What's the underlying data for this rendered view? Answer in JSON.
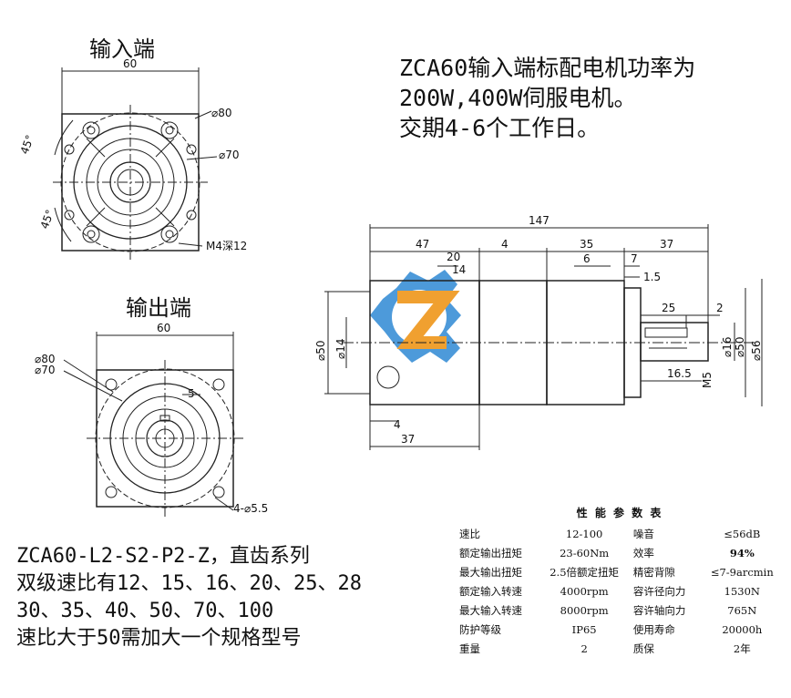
{
  "input_view": {
    "title": "输入端",
    "dims": {
      "width": "60",
      "d80": "⌀80",
      "d70": "⌀70",
      "angle1": "45°",
      "angle2": "45°",
      "thread": "M4深12"
    }
  },
  "output_view": {
    "title": "输出端",
    "dims": {
      "width": "60",
      "d80": "⌀80",
      "d70": "⌀70",
      "key": "5",
      "holes": "4-⌀5.5"
    }
  },
  "note_top": [
    "ZCA60输入端标配电机功率为",
    "200W,400W伺服电机。",
    "交期4-6个工作日。"
  ],
  "side_view": {
    "dims": {
      "total": "147",
      "d1": "47",
      "d2": "20",
      "d3": "14",
      "d4": "4",
      "d5": "35",
      "d6": "6",
      "d7": "37",
      "d8": "7",
      "d9": "1.5",
      "d10": "25",
      "d11": "2",
      "phi50_left": "⌀50",
      "phi14": "⌀14",
      "phi16": "⌀16",
      "phi50_right": "⌀50",
      "phi56": "⌀56",
      "m5": "M5",
      "d16_5": "16.5",
      "d37": "37"
    }
  },
  "note_bottom": [
    "ZCA60-L2-S2-P2-Z，直齿系列",
    "双级速比有12、15、16、20、25、28",
    "30、35、40、50、70、100",
    "速比大于50需加大一个规格型号"
  ],
  "spec_table": {
    "caption": "性 能 参 数 表",
    "rows": [
      [
        "速比",
        "12-100",
        "噪音",
        "≤56dB"
      ],
      [
        "额定输出扭矩",
        "23-60Nm",
        "效率",
        "94%"
      ],
      [
        "最大输出扭矩",
        "2.5倍额定扭矩",
        "精密背隙",
        "≤7-9arcmin"
      ],
      [
        "额定输入转速",
        "4000rpm",
        "容许径向力",
        "1530N"
      ],
      [
        "最大输入转速",
        "8000rpm",
        "容许轴向力",
        "765N"
      ],
      [
        "防护等级",
        "IP65",
        "使用寿命",
        "20000h"
      ],
      [
        "重量",
        "2",
        "质保",
        "2年"
      ]
    ]
  },
  "colors": {
    "logo_blue": "#3a8fd6",
    "logo_orange": "#f0a030",
    "line": "#222222"
  }
}
